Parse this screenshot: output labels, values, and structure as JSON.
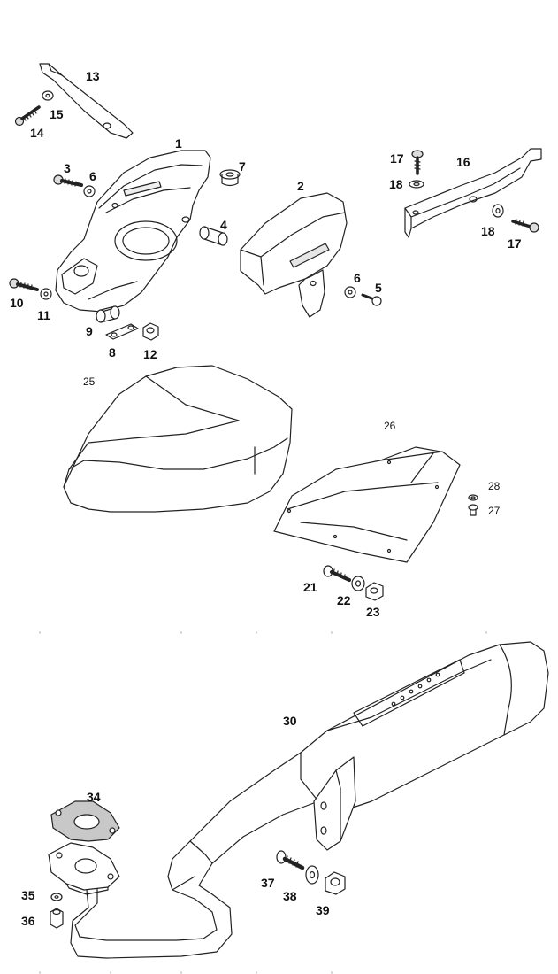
{
  "callouts": {
    "p1": "1",
    "p2": "2",
    "p3": "3",
    "p4": "4",
    "p5": "5",
    "p6a": "6",
    "p6b": "6",
    "p7": "7",
    "p8": "8",
    "p9": "9",
    "p10": "10",
    "p11": "11",
    "p12": "12",
    "p13": "13",
    "p14": "14",
    "p15": "15",
    "p16": "16",
    "p17a": "17",
    "p17b": "17",
    "p18a": "18",
    "p18b": "18",
    "p21": "21",
    "p22": "22",
    "p23": "23",
    "p25": "25",
    "p26": "26",
    "p27": "27",
    "p28": "28",
    "p30": "30",
    "p34": "34",
    "p35": "35",
    "p36": "36",
    "p37": "37",
    "p38": "38",
    "p39": "39"
  },
  "colors": {
    "line": "#222222",
    "shade": "#e6e6e6",
    "gasket": "#c8c8c8"
  }
}
